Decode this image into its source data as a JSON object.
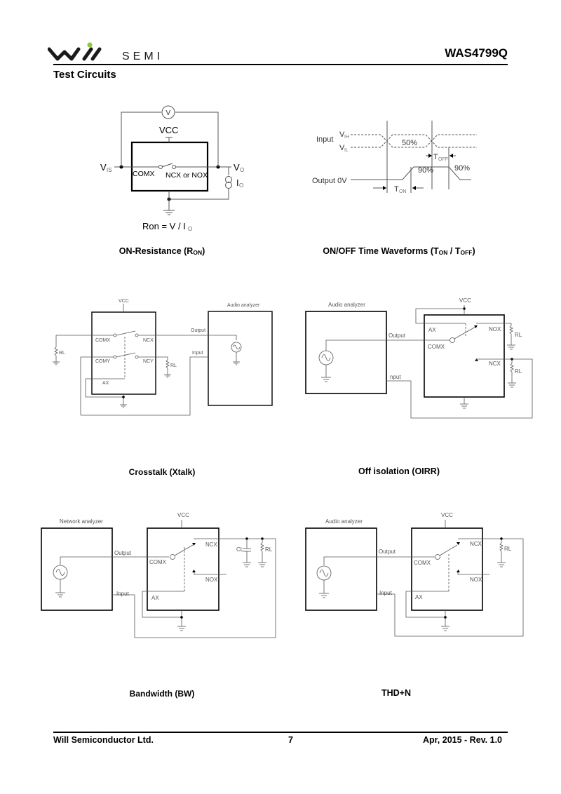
{
  "header": {
    "logo_text": "SEMI",
    "logo_accent_color": "#8cc63f",
    "part_number": "WAS4799Q"
  },
  "section_title": "Test Circuits",
  "captions": {
    "ron": {
      "main": "ON-Resistance (R",
      "sub": "ON",
      "end": ")"
    },
    "timing": {
      "main": "ON/OFF Time Waveforms (T",
      "sub1": "ON",
      "mid": " / T",
      "sub2": "OFF",
      "end": ")"
    },
    "crosstalk": "Crosstalk (Xtalk)",
    "oirr": "Off isolation (OIRR)",
    "bw": "Bandwidth (BW)",
    "thd": "THD+N"
  },
  "diagrams": {
    "ron": {
      "meter": "V",
      "vcc": "VCC",
      "vis": "V",
      "vis_sub": "IS",
      "com": "COMX",
      "nc": "NCX or NOX",
      "vo": "V",
      "vo_sub": "O",
      "io": "I",
      "io_sub": "O",
      "formula": "Ron = V / I",
      "formula_sub": "O"
    },
    "timing": {
      "input": "Input",
      "vih": "V",
      "vih_sub": "IH",
      "vil": "V",
      "vil_sub": "IL",
      "pct50": "50%",
      "toff": "T",
      "toff_sub": "OFF",
      "pct90a": "90%",
      "pct90b": "90%",
      "output": "Output 0V",
      "ton": "T",
      "ton_sub": "ON"
    },
    "crosstalk": {
      "vcc": "VCC",
      "analyzer": "Audio analyzer",
      "comx": "COMX",
      "ncx": "NCX",
      "comy": "COMY",
      "ncy": "NCY",
      "ax": "AX",
      "rl1": "RL",
      "rl2": "RL",
      "output": "Output",
      "input": "Input"
    },
    "oirr": {
      "vcc": "VCC",
      "analyzer": "Audio analyzer",
      "ax": "AX",
      "nox": "NOX",
      "comx": "COMX",
      "ncx": "NCX",
      "rl1": "RL",
      "rl2": "RL",
      "output": "Output",
      "input": "nput"
    },
    "bw": {
      "vcc": "VCC",
      "analyzer": "Network analyzer",
      "ncx": "NCX",
      "nox": "NOX",
      "comx": "COMX",
      "ax": "AX",
      "cl": "CL",
      "rl": "RL",
      "output": "Output",
      "input": "Input"
    },
    "thd": {
      "vcc": "VCC",
      "analyzer": "Audio analyzer",
      "ncx": "NCX",
      "nox": "NOX",
      "comx": "COMX",
      "ax": "AX",
      "rl": "RL",
      "output": "Output",
      "input": "Input"
    }
  },
  "footer": {
    "company": "Will Semiconductor Ltd.",
    "page": "7",
    "revision": "Apr, 2015 - Rev. 1.0"
  }
}
